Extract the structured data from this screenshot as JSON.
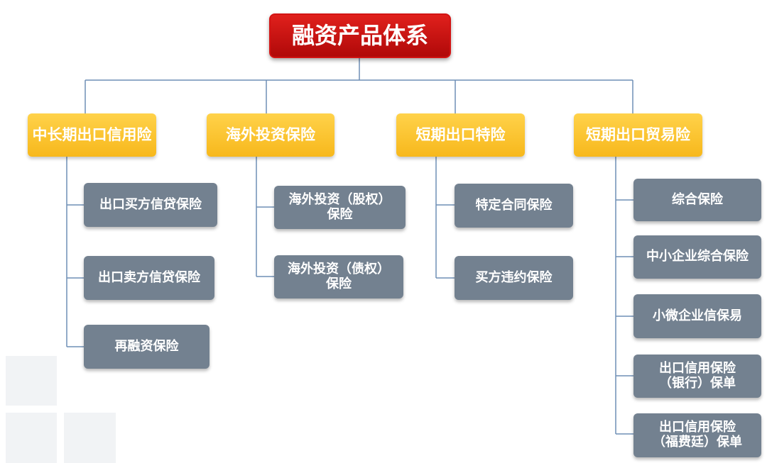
{
  "root": {
    "label": "融资产品体系"
  },
  "categories": [
    {
      "label": "中长期出口信用险",
      "items": [
        {
          "label": "出口买方信贷保险"
        },
        {
          "label": "出口卖方信贷保险"
        },
        {
          "label": "再融资保险"
        }
      ]
    },
    {
      "label": "海外投资保险",
      "items": [
        {
          "line1": "海外投资（股权）",
          "line2": "保险"
        },
        {
          "line1": "海外投资（债权）",
          "line2": "保险"
        }
      ]
    },
    {
      "label": "短期出口特险",
      "items": [
        {
          "label": "特定合同保险"
        },
        {
          "label": "买方违约保险"
        }
      ]
    },
    {
      "label": "短期出口贸易险",
      "items": [
        {
          "label": "综合保险"
        },
        {
          "label": "中小企业综合保险"
        },
        {
          "label": "小微企业信保易"
        },
        {
          "line1": "出口信用保险",
          "line2": "（银行）保单"
        },
        {
          "line1": "出口信用保险",
          "line2": "（福费廷）保单"
        }
      ]
    }
  ],
  "colors": {
    "root": "#c21010",
    "category": "#f9c02a",
    "item": "#738190",
    "connector": "#6f8fb6"
  }
}
